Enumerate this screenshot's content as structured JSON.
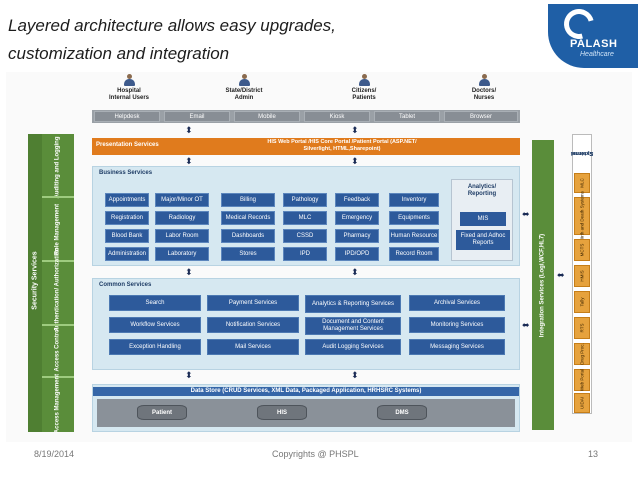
{
  "slide": {
    "title_line1": "Layered architecture allows easy upgrades,",
    "title_line2": "customization and integration",
    "logo": {
      "name": "PALASH",
      "sub": "Healthcare"
    },
    "footer": {
      "date": "8/19/2014",
      "copyright": "Copyrights @ PHSPL",
      "page": "13"
    }
  },
  "diagram": {
    "users": [
      {
        "l1": "Hospital",
        "l2": "Internal Users"
      },
      {
        "l1": "State/District",
        "l2": "Admin"
      },
      {
        "l1": "Citizens/",
        "l2": "Patients"
      },
      {
        "l1": "Doctors/",
        "l2": "Nurses"
      }
    ],
    "channels": [
      "Helpdesk",
      "Email",
      "Mobile",
      "Kiosk",
      "Tablet",
      "Browser"
    ],
    "security_services": {
      "title": "Security Services",
      "items": [
        "Auditing and Logging",
        "Role Management",
        "Authentication/ Authorization",
        "Access Control",
        "Access Management"
      ]
    },
    "presentation": {
      "label": "Presentation Services",
      "text_l1": "HIS Web Portal /HIS Core Portal /Patient Portal (ASP.NET/",
      "text_l2": "Silverlight, HTML,Sharepoint)"
    },
    "business": {
      "title": "Business Services",
      "grid": [
        [
          "Appointments",
          "Major/Minor OT",
          "Billing",
          "Pathology",
          "Feedback",
          "Inventory"
        ],
        [
          "Registration",
          "Radiology",
          "Medical Records",
          "MLC",
          "Emergency",
          "Equipments"
        ],
        [
          "Blood Bank",
          "Labor Room",
          "Dashboards",
          "CSSD",
          "Pharmacy",
          "Human Resource"
        ],
        [
          "Administration",
          "Laboratory",
          "Stores",
          "IPD",
          "IPD/OPD",
          "Record Room"
        ]
      ],
      "analytics": {
        "title_l1": "Analytics/",
        "title_l2": "Reporting",
        "mis": "MIS",
        "fixed": "Fixed and Adhoc Reports"
      }
    },
    "common": {
      "title": "Common Services",
      "grid": [
        [
          "Search",
          "Payment Services",
          "Analytics & Reporting Services",
          "Archival Services"
        ],
        [
          "Workflow Services",
          "Notification Services",
          "Document and Content Management Services",
          "Monitoring Services"
        ],
        [
          "Exception Handling",
          "Mail Services",
          "Audit Logging Services",
          "Messaging Services"
        ]
      ]
    },
    "datastore": {
      "title": "Data Store (CRUD Services, XML Data, Packaged Application, HRHSRC Systems)",
      "dbs": [
        "Patient",
        "HIS",
        "DMS"
      ]
    },
    "integration": {
      "label": "Integration Services (Logi,WCF,HL7)"
    },
    "external": {
      "title_l1": "External",
      "title_l2": "Systems",
      "items": [
        "MLC",
        "Birth and Death Systems",
        "MCTS",
        "HMIS",
        "Tally",
        "RTS",
        "Drug Proc.",
        "Web Portal",
        "UIDAI"
      ]
    },
    "colors": {
      "presentation": "#e07b1d",
      "service_cell": "#2d5a9b",
      "security_bar": "#5a8d3a",
      "external_cell": "#e6a23d"
    }
  }
}
